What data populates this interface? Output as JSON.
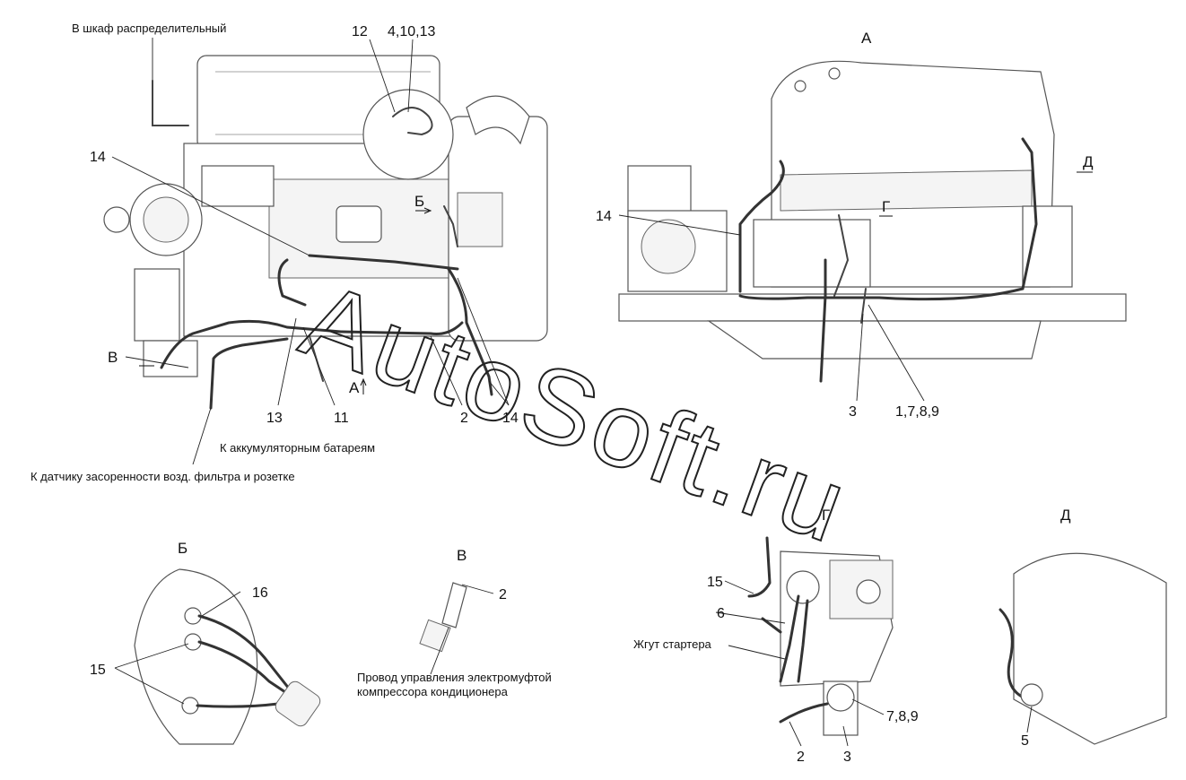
{
  "labels": {
    "to_cabinet": "В шкаф распределительный",
    "to_batteries": "К аккумуляторным батареям",
    "to_sensor": "К датчику засоренности возд. фильтра и розетке",
    "clutch_wire": "Провод управления электромуфтой",
    "clutch_wire_2": "компрессора кондиционера",
    "starter_harness": "Жгут стартера"
  },
  "callouts": {
    "n12": "12",
    "n4_10_13": "4,10,13",
    "n14a": "14",
    "n14b": "14",
    "n14c": "14",
    "n13": "13",
    "n11": "11",
    "n2a": "2",
    "n2b": "2",
    "n2c": "2",
    "n3a": "3",
    "n3b": "3",
    "n1_7_8_9": "1,7,8,9",
    "n16": "16",
    "n15a": "15",
    "n15b": "15",
    "n6": "6",
    "n7_8_9": "7,8,9",
    "n5": "5"
  },
  "views": {
    "a": "А",
    "b": "Б",
    "v": "В",
    "g": "Г",
    "d": "Д"
  },
  "arrows": {
    "a": "А",
    "b": "Б",
    "v": "В",
    "g": "Г",
    "d": "Д"
  },
  "watermark": "AutoSoft.ru"
}
